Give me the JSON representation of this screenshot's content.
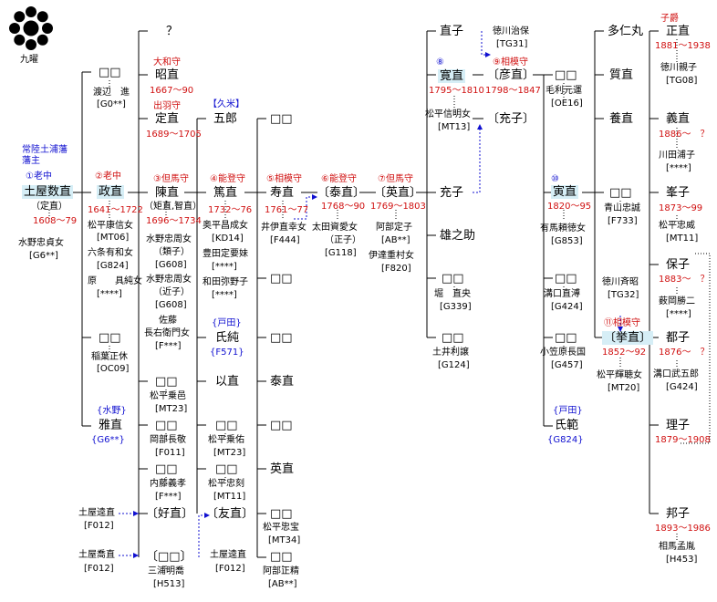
{
  "crest": {
    "name": "九曜",
    "icon": "kuyo-crest-icon"
  },
  "header_clan": "常陸土浦藩",
  "header_lord": "藩主",
  "title_viscount": "子爵",
  "colors": {
    "red": "#d01010",
    "blue": "#1010d0",
    "highlight": "#d6eef6"
  },
  "col0": {
    "rank": "①老中",
    "name": "土屋数直",
    "alt": "（定直）",
    "years": "1608〜79",
    "wife": "水野忠貞女",
    "wife_code": "[G6**]"
  },
  "col1": {
    "unk1": "□□",
    "unk1_wife": "渡辺　進",
    "unk1_code": "[G0**]",
    "rank": "②老中",
    "name": "政直",
    "years": "1641〜1722",
    "w1": "松平康信女",
    "w1c": "[MT06]",
    "w2": "六条有和女",
    "w2c": "[G824]",
    "w3": "原　　具純女",
    "w3c": "[****]",
    "unk2": "□□",
    "unk2_wife": "稲葉正休",
    "unk2_code": "[OC09]",
    "adopt": "{水野}",
    "adopt_name": "雅直",
    "adopt_code": "{G6**}",
    "left1": "土屋逵直",
    "left1c": "[F012]",
    "left2": "土屋喬直",
    "left2c": "[F012]"
  },
  "col2": {
    "q": "？",
    "r1": "大和守",
    "n1": "昭直",
    "y1": "1667〜90",
    "r2": "出羽守",
    "n2": "定直",
    "y2": "1689〜1705",
    "rank": "③但馬守",
    "name": "陳直",
    "alt": "（矩直,智直）",
    "years": "1696〜1734",
    "w1": "水野忠周女",
    "w1a": "（類子）",
    "w1c": "[G608]",
    "w2": "水野忠周女",
    "w2a": "（近子）",
    "w2c": "[G608]",
    "w3": "佐藤",
    "w3a": "長右衛門女",
    "w3c": "[F***]",
    "u1": "□□",
    "u1w": "松平乗邑",
    "u1c": "[MT23]",
    "u2": "□□",
    "u2w": "岡部長敬",
    "u2c": "[F011]",
    "u3": "□□",
    "u3w": "内藤義孝",
    "u3c": "[F***]",
    "u4": "〔好直〕",
    "u5": "〔□□〕",
    "u5w": "三浦明喬",
    "u5c": "[H513]"
  },
  "col3": {
    "adopt1": "【久米】",
    "n1": "五郎",
    "rank": "④能登守",
    "name": "篤直",
    "years": "1732〜76",
    "w1": "奥平昌成女",
    "w1c": "[KD14]",
    "w2": "豊田定要妹",
    "w2c": "[****]",
    "w3": "和田弥野子",
    "w3c": "[****]",
    "adopt2": "{戸田}",
    "n2": "氏純",
    "n2c": "{F571}",
    "n3": "以直",
    "u1": "□□",
    "u1w": "松平乗佑",
    "u1c": "[MT23]",
    "u2": "□□",
    "u2w": "松平忠刻",
    "u2c": "[MT11]",
    "n4": "〔友直〕",
    "n4w": "土屋逵直",
    "n4c": "[F012]"
  },
  "col4": {
    "u0": "□□",
    "rank": "⑤相模守",
    "name": "寿直",
    "years": "1761〜77",
    "w1": "井伊直幸女",
    "w1c": "[F444]",
    "u1": "□□",
    "u2": "□□",
    "n3": "泰直",
    "u3": "□□",
    "n4": "英直",
    "u5": "□□",
    "u5w": "松平忠宝",
    "u5c": "[MT34]",
    "u6": "□□",
    "u6w": "阿部正精",
    "u6c": "[AB**]"
  },
  "col5": {
    "rank": "⑥能登守",
    "name": "〔泰直〕",
    "years": "1768〜90",
    "w1": "太田資愛女",
    "w1a": "（正子）",
    "w1c": "[G118]"
  },
  "col6": {
    "rank": "⑦但馬守",
    "name": "〔英直〕",
    "years": "1769〜1803",
    "w1": "阿部定子",
    "w1c": "[AB**]",
    "w2": "伊達重村女",
    "w2c": "[F820]"
  },
  "col7": {
    "n1": "直子",
    "rank": "⑧",
    "name": "寛直",
    "years": "1795〜1810",
    "w1": "松平信明女",
    "w1c": "[MT13]",
    "n2": "充子",
    "n3": "雄之助",
    "u1": "□□",
    "u1w": "堀　直央",
    "u1c": "[G339]",
    "u2": "□□",
    "u2w": "土井利譲",
    "u2c": "[G124]"
  },
  "col8": {
    "top": "徳川治保",
    "topc": "[TG31]",
    "rank": "⑨相模守",
    "name": "〔彦直〕",
    "years": "1798〜1847",
    "n2": "〔充子〕"
  },
  "col9": {
    "u0": "□□",
    "u0w": "毛利元運",
    "u0c": "[OE16]",
    "rank": "⑩",
    "name": "寅直",
    "years": "1820〜95",
    "w1": "有馬頼徳女",
    "w1c": "[G853]",
    "u1": "□□",
    "u1w": "溝口直溥",
    "u1c": "[G424]",
    "u2": "□□",
    "u2w": "小笠原長国",
    "u2c": "[G457]",
    "adopt": "{戸田}",
    "n3": "氏範",
    "n3c": "{G824}"
  },
  "col10": {
    "n1": "多仁丸",
    "n2": "質直",
    "n3": "養直",
    "u1": "□□",
    "u1w": "青山忠誠",
    "u1c": "[F733]",
    "top": "徳川斉昭",
    "topc": "[TG32]",
    "rank": "⑪相模守",
    "name": "〔挙直〕",
    "years": "1852〜92",
    "w1": "松平輝聴女",
    "w1c": "[MT20]"
  },
  "col11": {
    "n1": "正直",
    "y1": "1881〜1938",
    "w1": "徳川親子",
    "w1c": "[TG08]",
    "n2": "義直",
    "y2": "1886〜　？",
    "w2": "川田浦子",
    "w2c": "[****]",
    "n3": "峯子",
    "y3": "1873〜99",
    "w3": "松平忠威",
    "w3c": "[MT11]",
    "n4": "保子",
    "y4": "1883〜　？",
    "w4": "薮岡勝二",
    "w4c": "[****]",
    "n5": "都子",
    "y5": "1876〜　？",
    "w5": "溝口武五郎",
    "w5c": "[G424]",
    "n6": "理子",
    "y6": "1879〜1908",
    "n7": "邦子",
    "y7": "1893〜1986",
    "w7": "相馬孟胤",
    "w7c": "[H453]"
  }
}
